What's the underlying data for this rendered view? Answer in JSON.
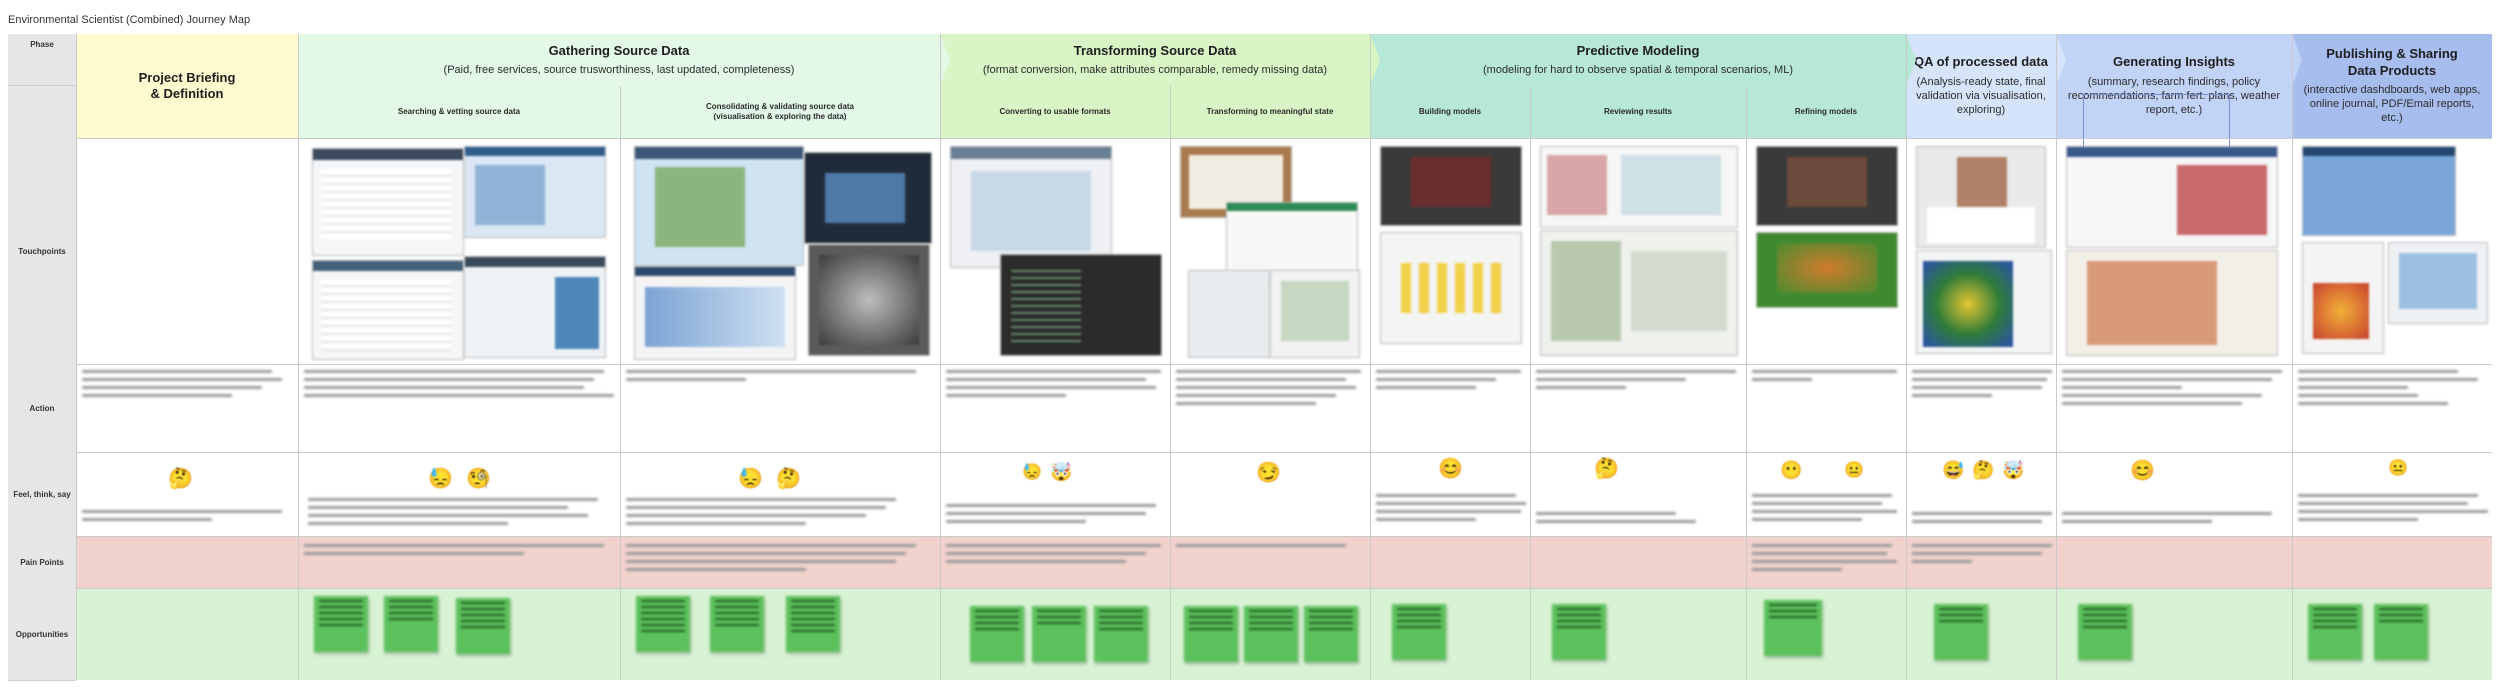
{
  "title": "Environmental Scientist (Combined) Journey Map",
  "row_labels": {
    "phase": "Phase",
    "touchpoints": "Touchpoints",
    "action": "Action",
    "feel": "Feel, think, say",
    "pain": "Pain Points",
    "opportunities": "Opportunities"
  },
  "phases": [
    {
      "title": "Project Briefing\n& Definition",
      "subtitle": "",
      "color": "#fffbd0"
    },
    {
      "title": "Gathering Source Data",
      "subtitle": "(Paid, free services, source trusworthiness, last updated, completeness)",
      "color": "#e3f8e6"
    },
    {
      "title": "Transforming Source Data",
      "subtitle": "(format conversion, make attributes comparable, remedy missing data)",
      "color": "#d9f5c6"
    },
    {
      "title": "Predictive Modeling",
      "subtitle": "(modeling for hard to observe spatial & temporal scenarios, ML)",
      "color": "#b7e7d6"
    },
    {
      "title": "QA of processed data",
      "subtitle": "(Analysis-ready state, final validation via visualisation, exploring)",
      "color": "#d6e4fb"
    },
    {
      "title": "Generating Insights",
      "subtitle": "(summary, research findings, policy recommendations, farm fert. plans, weather report, etc.)",
      "color": "#c2d3f8"
    },
    {
      "title": "Publishing & Sharing\nData Products",
      "subtitle": "(interactive dashdboards, web apps, online journal, PDF/Email reports, etc.)",
      "color": "#a6bdee"
    }
  ],
  "subphases": [
    "Searching & vetting source data",
    "Consolidating & validating source data\n(visualisation & exploring the data)",
    "Converting to usable formats",
    "Transforming to meaningful state",
    "Building models",
    "Reviewing results",
    "Refining models"
  ],
  "emojis": {
    "e1": "🤔",
    "e2": "😓",
    "e3": "🧐",
    "e4": "😓",
    "e5": "🤔",
    "e6": "😓",
    "e7": "🤯",
    "e8": "😏",
    "e9": "😊",
    "e10": "🤔",
    "e11": "😶",
    "e12": "😐",
    "e13": "😅",
    "e14": "🤔",
    "e15": "🤯",
    "e16": "😊",
    "e17": "😐"
  },
  "colors": {
    "pain": "#f2d2cc",
    "opportunities": "#d8f2d4",
    "sticky": "#5cc15c",
    "label_column": "#e6e6e6"
  }
}
